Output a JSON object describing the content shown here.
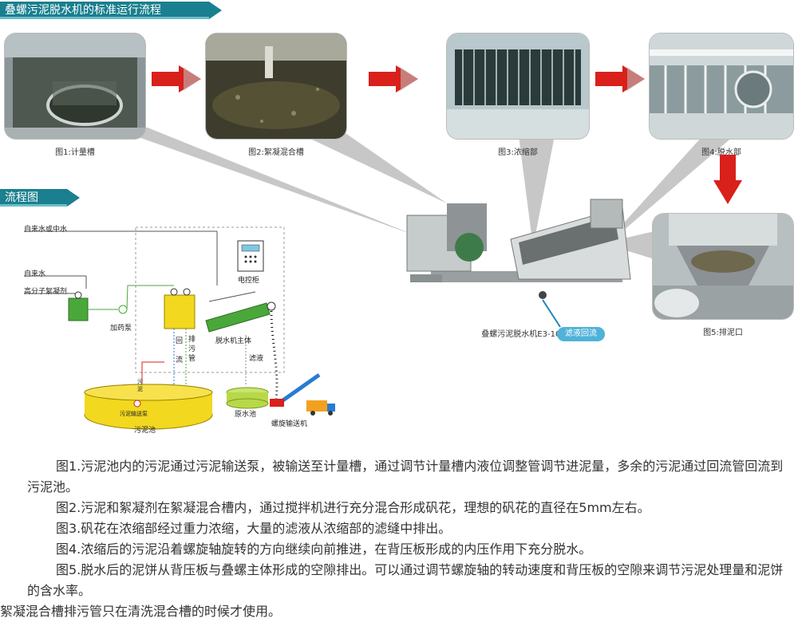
{
  "header": {
    "title": "叠螺污泥脱水机的标准运行流程"
  },
  "section2": {
    "title": "流程图"
  },
  "photos": {
    "fig1": "图1:计量槽",
    "fig2": "图2:絮凝混合槽",
    "fig3": "图3:浓缩部",
    "fig4": "图4:脱水部",
    "fig5": "图5:排泥口"
  },
  "machine": {
    "label": "叠螺污泥脱水机E3-101",
    "filtrate_callout": "滤液回流"
  },
  "flow": {
    "tap_water_or_recycled": "自来水或中水",
    "tap_water": "自来水",
    "polymer": "高分子絮凝剂",
    "dosing_pump": "加药泵",
    "control_cabinet": "电控柜",
    "machine_body": "脱水机主体",
    "return_flow_1": "回",
    "return_flow_2": "流",
    "drain_1": "排",
    "drain_2": "污",
    "drain_3": "管",
    "filtrate": "滤液",
    "raw_water_tank": "原水池",
    "screw_conveyor": "螺旋输送机",
    "sludge_pump": "污泥输送泵",
    "sludge_tank": "污泥池",
    "sludge_1": "污",
    "sludge_2": "泥"
  },
  "descriptions": [
    "图1.污泥池内的污泥通过污泥输送泵，被输送至计量槽，通过调节计量槽内液位调整管调节进泥量，多余的污泥通过回流管回流到污泥池。",
    "图2.污泥和絮凝剂在絮凝混合槽内，通过搅拌机进行充分混合形成矾花，理想的矾花的直径在5mm左右。",
    "图3.矾花在浓缩部经过重力浓缩，大量的滤液从浓缩部的滤缝中排出。",
    "图4.浓缩后的污泥沿着螺旋轴旋转的方向继续向前推进，在背压板形成的内压作用下充分脱水。",
    "图5.脱水后的泥饼从背压板与叠螺主体形成的空隙排出。可以通过调节螺旋轴的转动速度和背压板的空隙来调节污泥处理量和泥饼的含水率。",
    "絮凝混合槽排污管只在清洗混合槽的时候才使用。"
  ],
  "colors": {
    "banner": "#1a7f8f",
    "arrow": "#d9201b",
    "tank": "#f2d81e",
    "chem": "#4aa83a"
  }
}
